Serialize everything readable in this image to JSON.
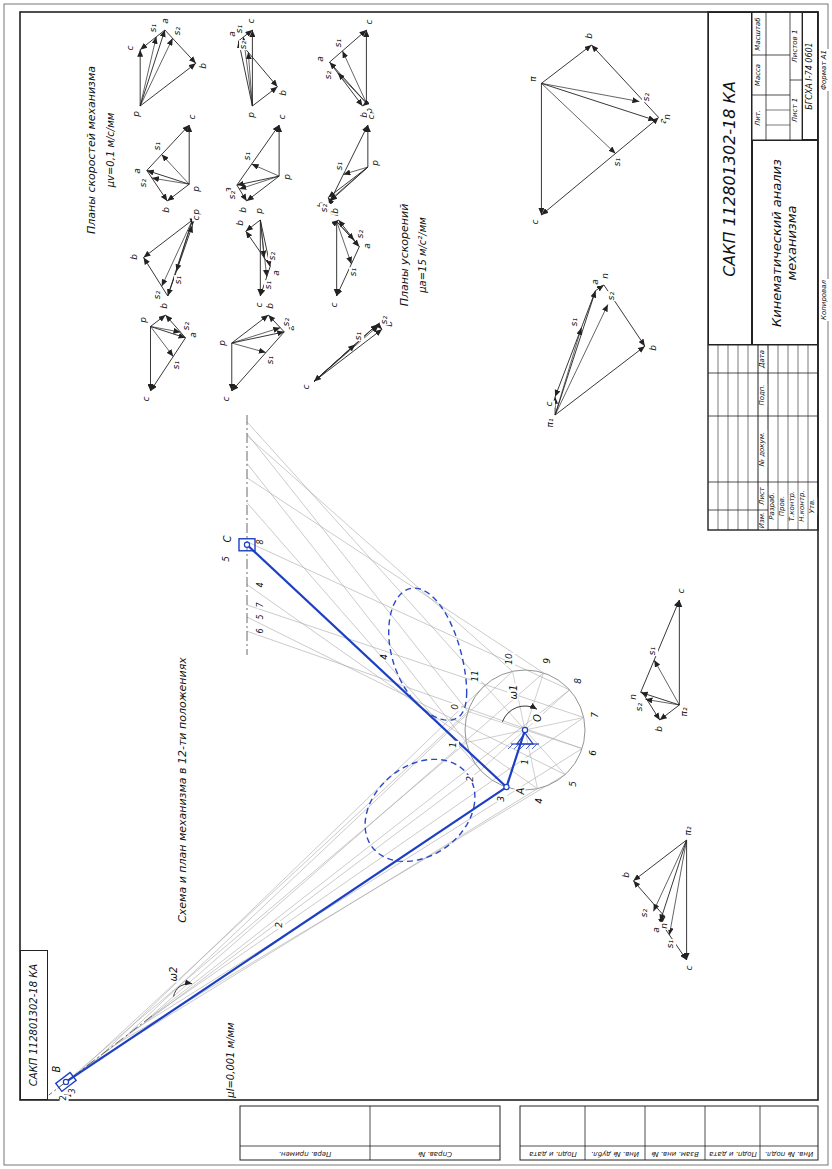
{
  "diagram": {
    "nodes": [
      {
        "text": [
          "САКП 112801302-18 КА"
        ]
      },
      {
        "text": [
          "Кинематический анализ механизма"
        ]
      },
      {
        "text": [
          "БГСХА I-74 0601"
        ]
      },
      {
        "text": [
          "САКП 112801302-18 КА"
        ]
      }
    ],
    "labels": [
      "Схема и план механизма в 12-ти положениях",
      "μl=0,001 м/мм",
      "Планы скоростей механизма",
      "μv=0,1 м/с/мм",
      "Планы ускорений",
      "μa=15 м/с²/мм",
      "O",
      "A",
      "B",
      "C",
      "ω1",
      "ω2",
      "1",
      "2",
      "4",
      "5",
      "0",
      "1",
      "2",
      "3",
      "4",
      "5",
      "6",
      "7",
      "8",
      "9",
      "10",
      "11",
      "4",
      "5",
      "6",
      "7",
      "8",
      "1",
      "2",
      "3",
      "Изм.",
      "Лист",
      "№ докум.",
      "Подп.",
      "Дата",
      "Разраб.",
      "Пров.",
      "Т.контр.",
      "Н.контр.",
      "Утв.",
      "Лит.",
      "Масса",
      "Масштаб",
      "Лист 1",
      "Листов 1",
      "Копировал",
      "Формат А1",
      "Перв. примен.",
      "Справ. №",
      "Подп. и дата",
      "Инв. № дубл.",
      "Взам. инв. №",
      "Подп. и дата",
      "Инв. № подл.",
      "p",
      "a",
      "b",
      "c",
      "s₁",
      "s₂",
      "p",
      "a",
      "b",
      "c",
      "s₁",
      "s₂",
      "p",
      "a",
      "b",
      "c",
      "s₁",
      "s₂",
      "p",
      "a",
      "b",
      "c",
      "s₁",
      "s₂",
      "p",
      "a",
      "b",
      "c",
      "s₁",
      "s₂",
      "p",
      "a",
      "b",
      "c",
      "s₁",
      "s₂",
      "p",
      "a",
      "b",
      "c",
      "s₁",
      "s₂",
      "p",
      "a",
      "b",
      "c",
      "s₁",
      "s₂",
      "p",
      "a",
      "b",
      "c",
      "s₁",
      "s₂",
      "p",
      "a",
      "b",
      "c",
      "s₁",
      "s₂",
      "p",
      "a",
      "b",
      "c",
      "s₁",
      "s₂",
      "p",
      "a",
      "b",
      "c",
      "s₁",
      "s₂",
      "π",
      "a",
      "b",
      "c",
      "n",
      "s₁",
      "s₂",
      "π₁",
      "a",
      "b",
      "c",
      "n",
      "s₁",
      "s₂",
      "π₂",
      "a",
      "b",
      "c",
      "n",
      "s₁",
      "s₂",
      "π₂",
      "a",
      "b",
      "c",
      "n",
      "s₁",
      "s₂"
    ]
  }
}
